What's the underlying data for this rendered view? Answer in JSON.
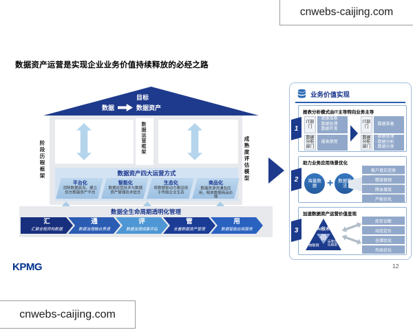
{
  "watermark": {
    "text": "cnwebs-caijing.com"
  },
  "slide": {
    "title": "数据资产运营是实现企业业务价值持续释放的必经之路",
    "page_number": "12",
    "logo_text": "KPMG"
  },
  "diagram": {
    "roof": {
      "goal": "目标",
      "from": "数据",
      "to": "数据资产"
    },
    "left_axis": "阶段历程框架",
    "right_axis": "成熟度评估模型",
    "center_axis": "数据运营框架",
    "methods": {
      "title": "数据资产四大运营方式",
      "items": [
        {
          "name": "平台化",
          "desc": "消除数据孤岛，建立综合数据资产平台"
        },
        {
          "name": "智能化",
          "desc": "数据运营技术与数据资产管理技术结合"
        },
        {
          "name": "生态化",
          "desc": "将数据驱动方案运用于传统企业生态"
        },
        {
          "name": "商品化",
          "desc": "数据资源流通及应用，释放数据商品价值"
        }
      ]
    },
    "lifecycle": {
      "title": "数据全生命周期透明化管理",
      "steps": [
        {
          "char": "汇",
          "desc": "汇聚全程异构数据",
          "color": "#182f7e"
        },
        {
          "char": "通",
          "desc": "数据治理融合贯通",
          "color": "#2b5cb4"
        },
        {
          "char": "评",
          "desc": "数据治理成果评估",
          "color": "#4f97d4"
        },
        {
          "char": "管",
          "desc": "全量数据资产管理",
          "color": "#1b3c95"
        },
        {
          "char": "用",
          "desc": "数据智能应用服务",
          "color": "#2a62c0"
        }
      ]
    }
  },
  "panel": {
    "header": "业务价值实现",
    "boxes": [
      {
        "num": "1",
        "title": "报表分析模式由IT主导转向业务主导",
        "before": [
          {
            "label": "IT部门",
            "bullets": [
              "数据准备",
              "数据处理",
              "数据开发"
            ]
          },
          {
            "label": "数据分析部门",
            "bullets": [
              "报表使用"
            ]
          }
        ],
        "after": [
          {
            "label": "IT部门",
            "bullets": [
              "数据准备"
            ]
          },
          {
            "label": "数据分析部门",
            "bullets": [
              "数据处理",
              "数据分析",
              "数据分享"
            ]
          }
        ]
      },
      {
        "num": "2",
        "title": "助力业务应用场景优化",
        "input1": "海量数据",
        "operator": "+",
        "input2": "数据算法",
        "tags": [
          "客户真实还原",
          "精准营销",
          "降本增效",
          "产能优化"
        ]
      },
      {
        "num": "3",
        "title": "加速数据资产运营价值呈现",
        "pyramid": {
          "top": "AI技术",
          "bottom_left": "物联网",
          "bottom_right": "运筹优化模型"
        },
        "tags": [
          "库存诊断",
          "动态定价",
          "仓储优化",
          "布局优化"
        ]
      }
    ]
  }
}
